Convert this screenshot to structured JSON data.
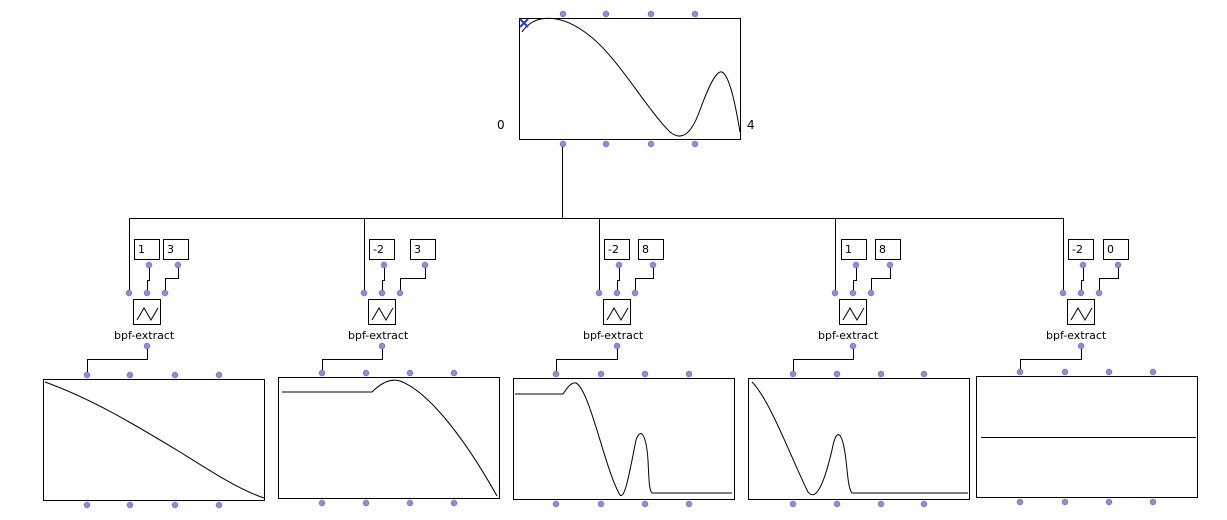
{
  "main_bpf": {
    "x_min_label": "0",
    "x_max_label": "4",
    "marker_icon": "x-cross-icon"
  },
  "extractors": [
    {
      "start": "1",
      "end": "3",
      "label": "bpf-extract",
      "icon": "bpf-wave-icon"
    },
    {
      "start": "-2",
      "end": "3",
      "label": "bpf-extract",
      "icon": "bpf-wave-icon"
    },
    {
      "start": "-2",
      "end": "8",
      "label": "bpf-extract",
      "icon": "bpf-wave-icon"
    },
    {
      "start": "1",
      "end": "8",
      "label": "bpf-extract",
      "icon": "bpf-wave-icon"
    },
    {
      "start": "-2",
      "end": "0",
      "label": "bpf-extract",
      "icon": "bpf-wave-icon"
    }
  ],
  "colors": {
    "inlet": "#8b8fdb",
    "outlet": "#8b8fdb",
    "marker": "#1f3fd6",
    "line": "#000000"
  }
}
